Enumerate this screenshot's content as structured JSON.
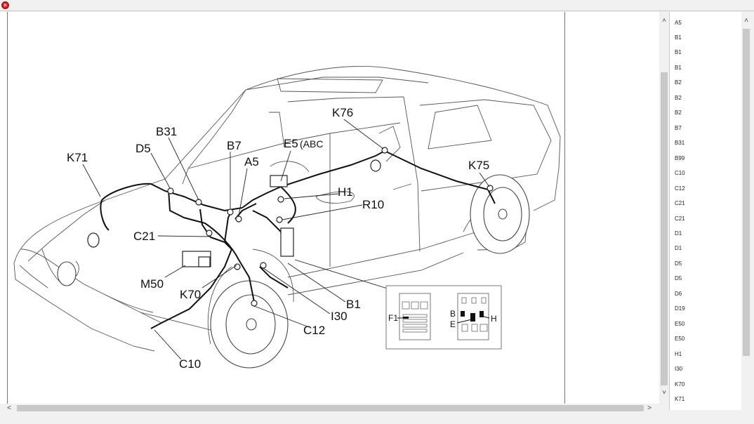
{
  "window": {
    "close_glyph": "×"
  },
  "diagram": {
    "labels": {
      "K71": "K71",
      "D5": "D5",
      "B31": "B31",
      "B7": "B7",
      "A5": "A5",
      "E5": "E5",
      "E5_sub": "(ABC",
      "K76": "K76",
      "K75": "K75",
      "H1": "H1",
      "R10": "R10",
      "C21": "C21",
      "M50": "M50",
      "K70": "K70",
      "B1": "B1",
      "I30": "I30",
      "C12": "C12",
      "C10": "C10"
    },
    "inset": {
      "F1": "F1",
      "B": "B",
      "E": "E",
      "H": "H"
    }
  },
  "scroll_glyphs": {
    "up": "˄",
    "down": "˅",
    "left": "<",
    "right": ">"
  },
  "component_list": [
    "A5",
    "B1",
    "B1",
    "B1",
    "B2",
    "B2",
    "B2",
    "B7",
    "B31",
    "B99",
    "C10",
    "C12",
    "C21",
    "C21",
    "D1",
    "D1",
    "D5",
    "D5",
    "D6",
    "D19",
    "E50",
    "E50",
    "H1",
    "I30",
    "K70",
    "K71"
  ]
}
